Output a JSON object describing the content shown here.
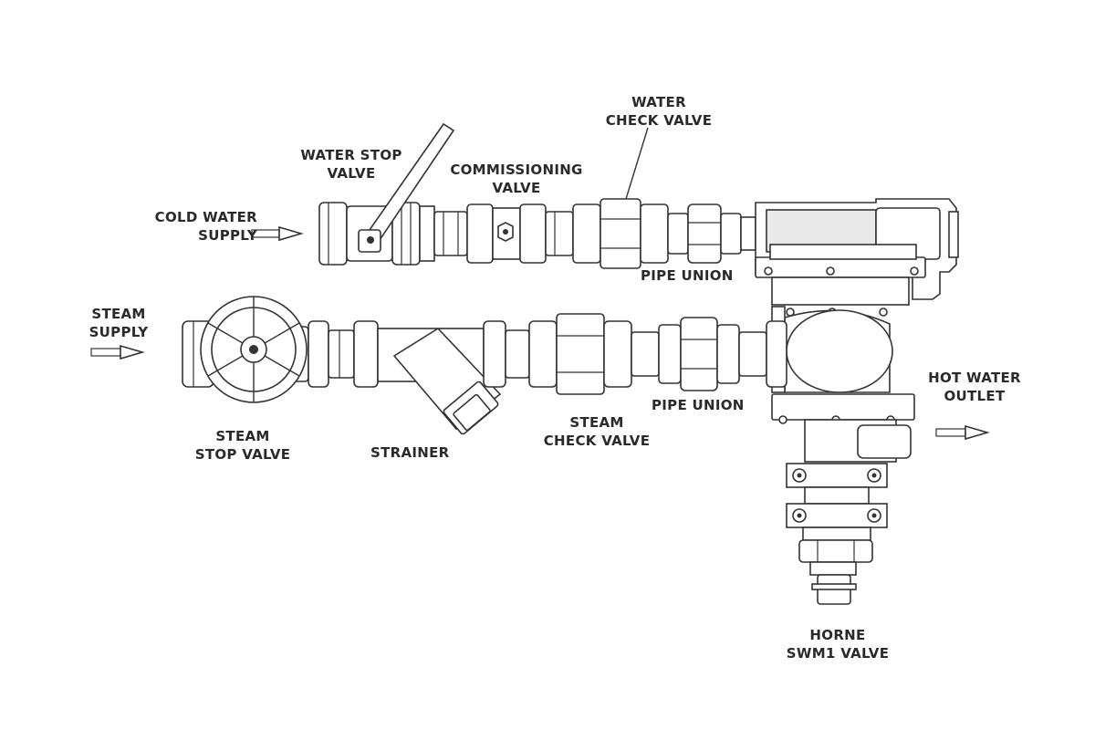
{
  "diagram": {
    "labels": {
      "water_stop_valve": [
        "WATER STOP",
        "VALVE"
      ],
      "water_check_valve": [
        "WATER",
        "CHECK VALVE"
      ],
      "commissioning_valve": [
        "COMMISSIONING",
        "VALVE"
      ],
      "cold_water_supply": [
        "COLD WATER",
        "SUPPLY"
      ],
      "pipe_union_top": "PIPE UNION",
      "steam_supply": [
        "STEAM",
        "SUPPLY"
      ],
      "hot_water_outlet": [
        "HOT WATER",
        "OUTLET"
      ],
      "pipe_union_bottom": "PIPE UNION",
      "steam_check_valve": [
        "STEAM",
        "CHECK VALVE"
      ],
      "steam_stop_valve": [
        "STEAM",
        "STOP VALVE"
      ],
      "strainer": "STRAINER",
      "horne_valve": [
        "HORNE",
        "SWM1 VALVE"
      ]
    }
  }
}
